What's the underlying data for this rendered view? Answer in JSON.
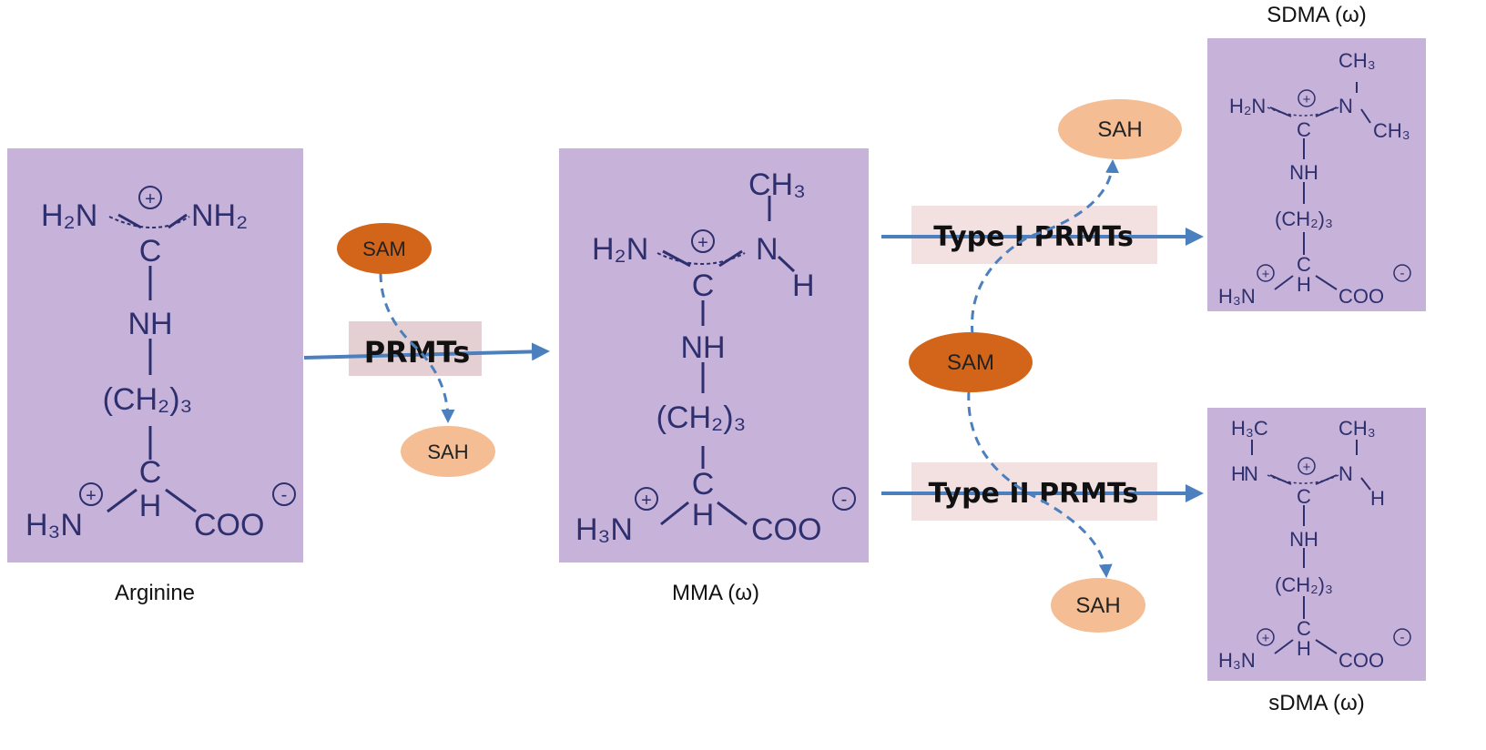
{
  "colors": {
    "molecule_box": "#c7b3d9",
    "enzyme_label_bg": "#f3e1e2",
    "sam_fill": "#d2651a",
    "sah_fill": "#f4bd93",
    "arrow": "#4c7fbd",
    "structure_text": "#2e2f6e"
  },
  "molecules": {
    "arginine": {
      "caption": "Arginine",
      "guanidino_left": "H₂N",
      "guanidino_right": "NH₂",
      "central_c": "C",
      "nh": "NH",
      "chain": "(CH₂)₃",
      "alpha_c": "C",
      "alpha_h": "H",
      "amine": "H₃N",
      "carboxylate": "COO",
      "plus_sign": "+",
      "minus_sign": "-"
    },
    "mma": {
      "caption": "MMA (ω)",
      "guanidino_left": "H₂N",
      "n_methyl": "N",
      "methyl": "CH₃",
      "n_h": "H",
      "central_c": "C",
      "nh": "NH",
      "chain": "(CH₂)₃",
      "alpha_c": "C",
      "alpha_h": "H",
      "amine": "H₃N",
      "carboxylate": "COO",
      "plus_sign": "+",
      "minus_sign": "-"
    },
    "sdma_upper": {
      "caption": "SDMA (ω)",
      "guanidino_left": "H₂N",
      "n_dimethyl": "N",
      "methyl_top": "CH₃",
      "methyl_right": "CH₃",
      "central_c": "C",
      "nh": "NH",
      "chain": "(CH₂)₃",
      "alpha_c": "C",
      "alpha_h": "H",
      "amine": "H₃N",
      "carboxylate": "COO",
      "plus_sign": "+",
      "minus_sign": "-"
    },
    "sdma_lower": {
      "caption": "sDMA (ω)",
      "left_methyl": "H₃C",
      "left_nh": "H",
      "left_n": "N",
      "right_n": "N",
      "right_methyl": "CH₃",
      "right_h": "H",
      "central_c": "C",
      "nh": "NH",
      "chain": "(CH₂)₃",
      "alpha_c": "C",
      "alpha_h": "H",
      "amine": "H₃N",
      "carboxylate": "COO",
      "plus_sign": "+",
      "minus_sign": "-"
    }
  },
  "enzymes": {
    "prmts": "PRMTs",
    "type1": "Type I PRMTs",
    "type2": "Type II PRMTs"
  },
  "cofactors": {
    "sam_1": "SAM",
    "sah_1": "SAH",
    "sam_2": "SAM",
    "sah_upper": "SAH",
    "sah_lower": "SAH"
  }
}
